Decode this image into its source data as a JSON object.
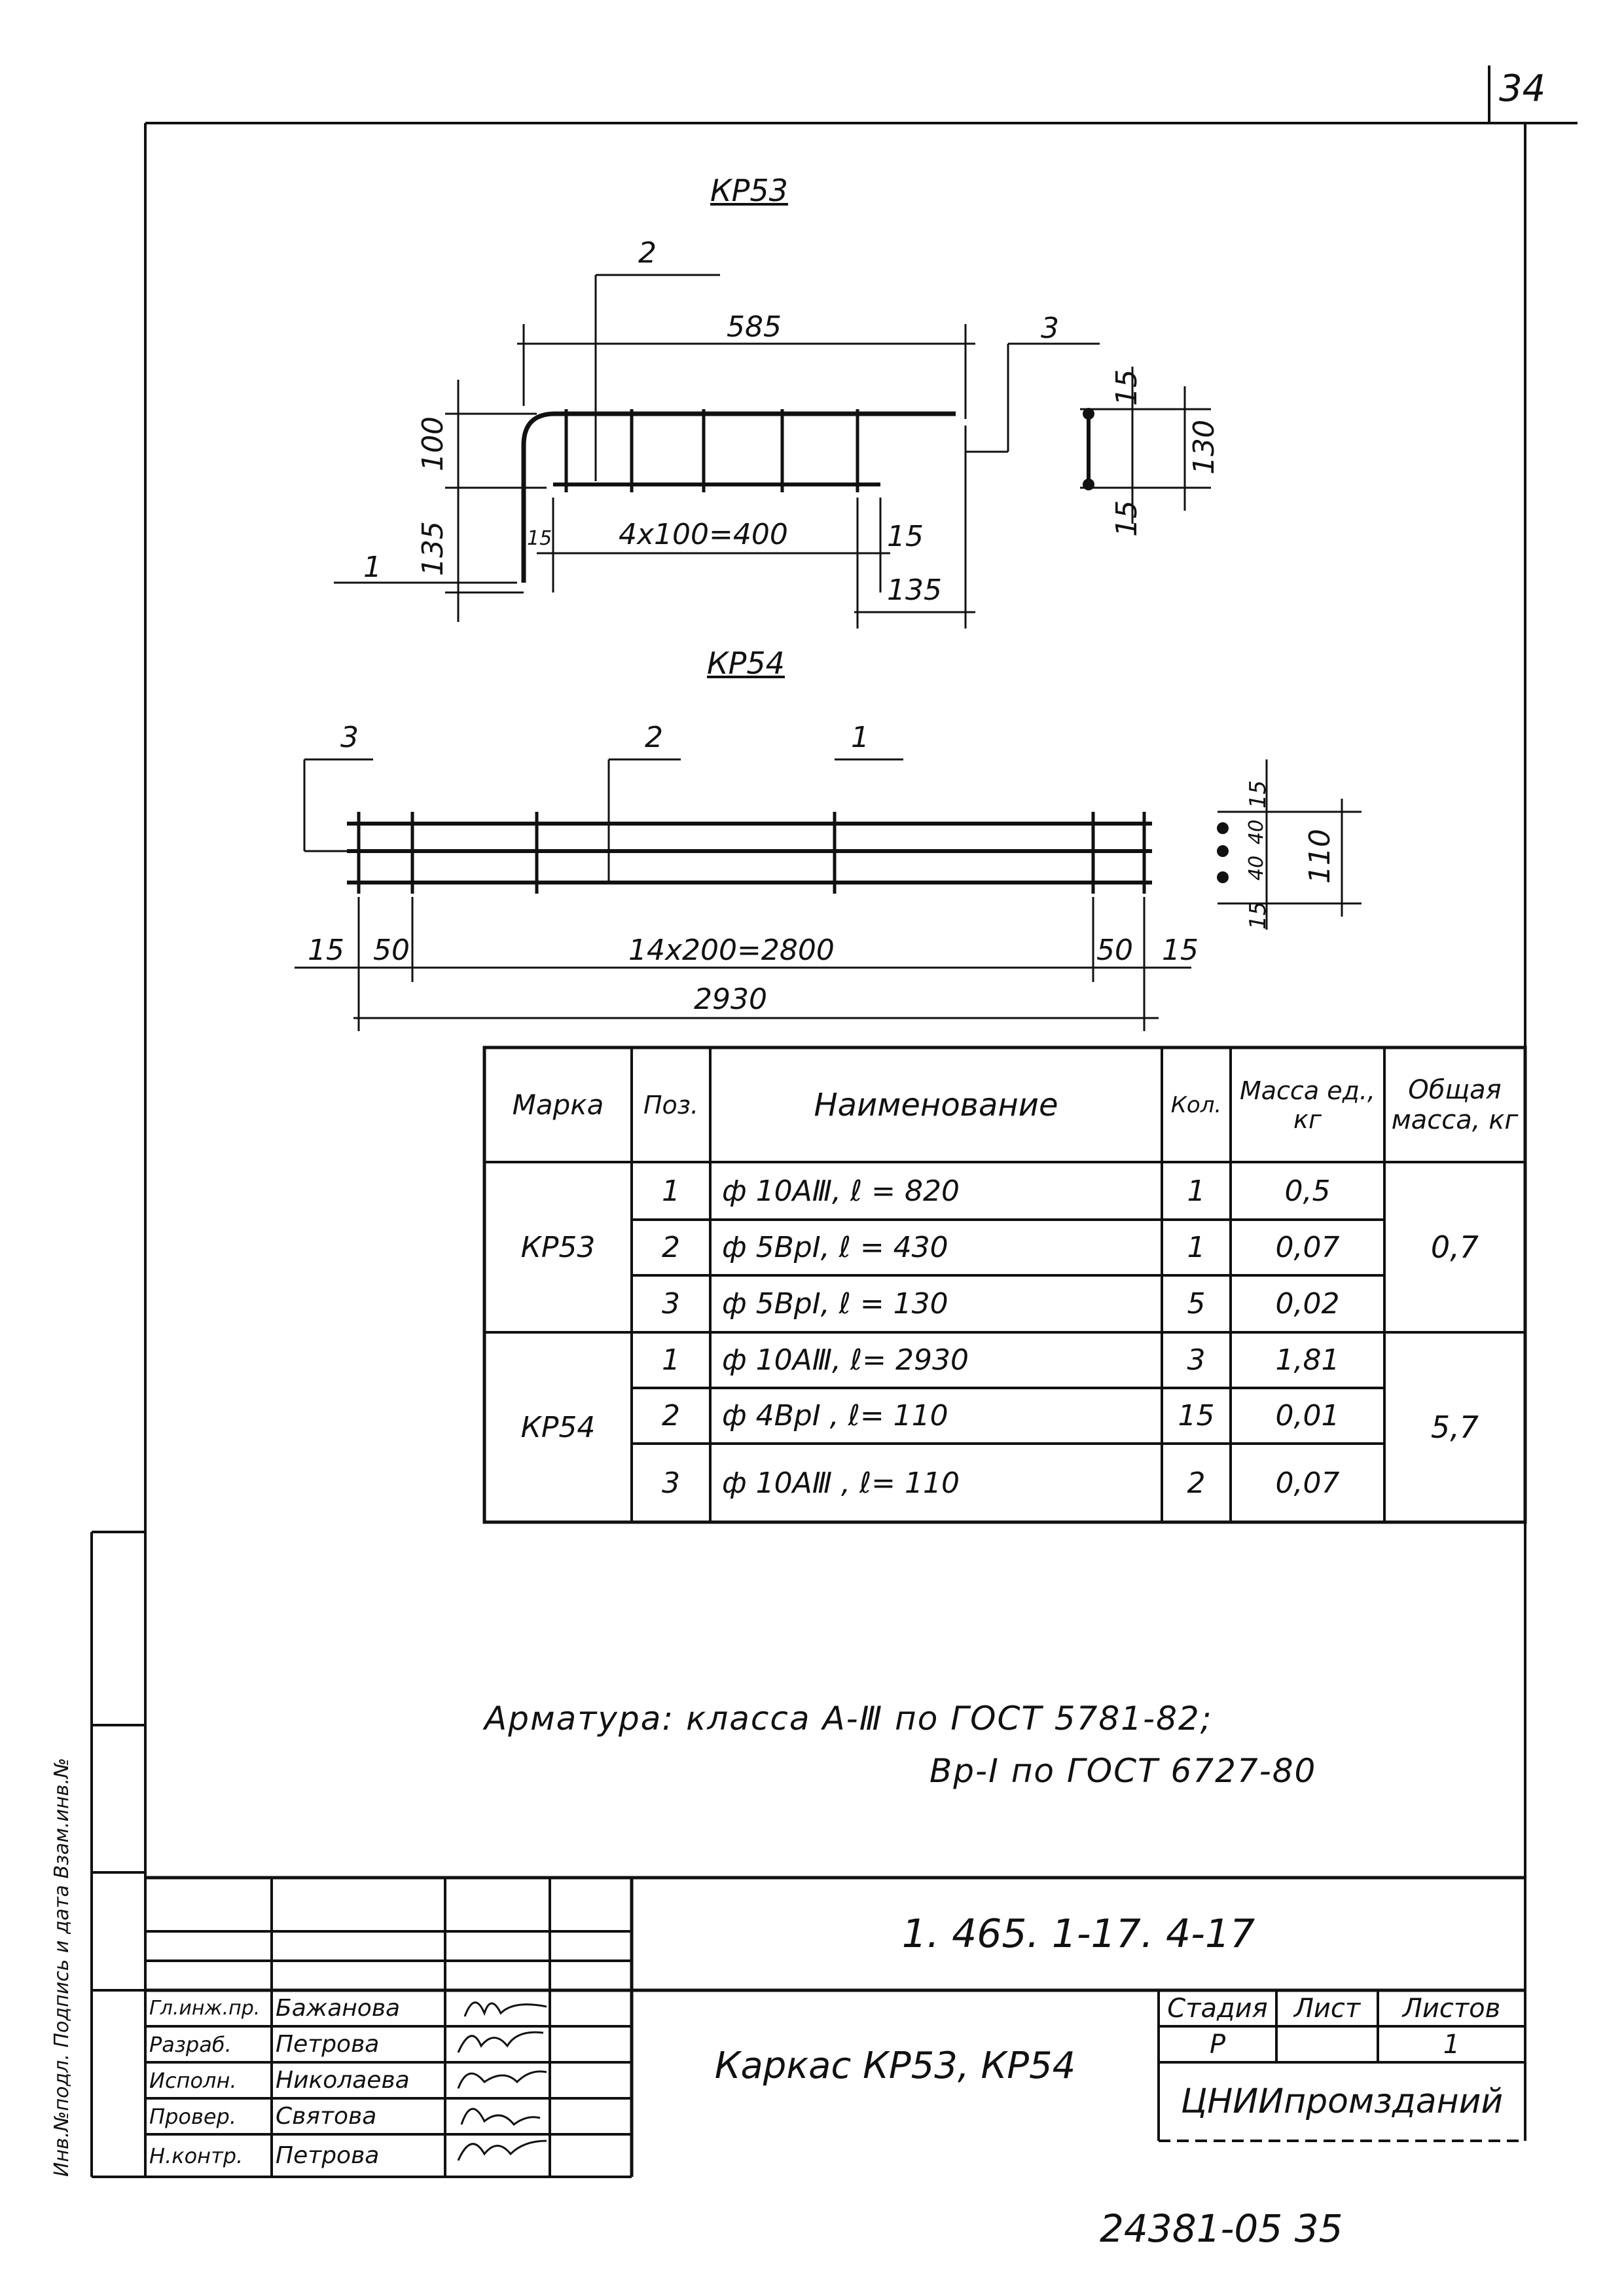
{
  "sheet_number": "34",
  "bottom_code": "24381-05  35",
  "side_stamp": "Инв.№подл.  Подпись и дата  Взам.инв.№",
  "kr53": {
    "title": "КР53",
    "dims": {
      "d585": "585",
      "d100": "100",
      "d135_left": "135",
      "d15_a": "15",
      "d400": "4х100=400",
      "d15_b": "15",
      "d135_bottom": "135",
      "d15_top": "15",
      "d130": "130",
      "d15_bot": "15"
    },
    "pos": {
      "p1": "1",
      "p2": "2",
      "p3": "3"
    }
  },
  "kr54": {
    "title": "КР54",
    "dims": {
      "d15_l": "15",
      "d50_l": "50",
      "d2800": "14х200=2800",
      "d50_r": "50",
      "d15_r": "15",
      "d2930": "2930",
      "s15_t": "15",
      "s40_a": "40",
      "s40_b": "40",
      "s15_b": "15",
      "s110": "110"
    },
    "pos": {
      "p3": "3",
      "p2": "2",
      "p1": "1"
    }
  },
  "spec_table": {
    "headers": {
      "mark": "Марка",
      "pos": "Поз.",
      "name": "Наименование",
      "qty": "Кол.",
      "unit_mass": "Масса ед., кг",
      "total_mass": "Общая масса, кг"
    },
    "groups": [
      {
        "mark": "КР53",
        "total": "0,7",
        "rows": [
          {
            "pos": "1",
            "name": "ф 10АⅢ,  ℓ = 820",
            "qty": "1",
            "mass": "0,5"
          },
          {
            "pos": "2",
            "name": "ф 5ВрⅠ,  ℓ = 430",
            "qty": "1",
            "mass": "0,07"
          },
          {
            "pos": "3",
            "name": "ф 5ВрⅠ,  ℓ = 130",
            "qty": "5",
            "mass": "0,02"
          }
        ]
      },
      {
        "mark": "КР54",
        "total": "5,7",
        "rows": [
          {
            "pos": "1",
            "name": "ф 10АⅢ,  ℓ= 2930",
            "qty": "3",
            "mass": "1,81"
          },
          {
            "pos": "2",
            "name": "ф 4ВрⅠ ,  ℓ= 110",
            "qty": "15",
            "mass": "0,01"
          },
          {
            "pos": "3",
            "name": "ф 10АⅢ ,  ℓ= 110",
            "qty": "2",
            "mass": "0,07"
          }
        ]
      }
    ]
  },
  "note": {
    "line1": "Арматура:  класса   А-Ⅲ  по  ГОСТ  5781-82;",
    "line2": "Вр-Ⅰ  по  ГОСТ  6727-80"
  },
  "title_block": {
    "doc_code": "1. 465. 1-17. 4-17",
    "drawing_title": "Каркас  КР53, КР54",
    "stage_label": "Стадия",
    "sheet_label": "Лист",
    "sheets_label": "Листов",
    "stage_value": "Р",
    "sheet_value": "",
    "sheets_value": "1",
    "organization": "ЦНИИпромзданий",
    "people": [
      {
        "role": "Гл.инж.пр.",
        "name": "Бажанова"
      },
      {
        "role": "Разраб.",
        "name": "Петрова"
      },
      {
        "role": "Исполн.",
        "name": "Николаева"
      },
      {
        "role": "Провер.",
        "name": "Святова"
      },
      {
        "role": "Н.контр.",
        "name": "Петрова"
      }
    ]
  }
}
